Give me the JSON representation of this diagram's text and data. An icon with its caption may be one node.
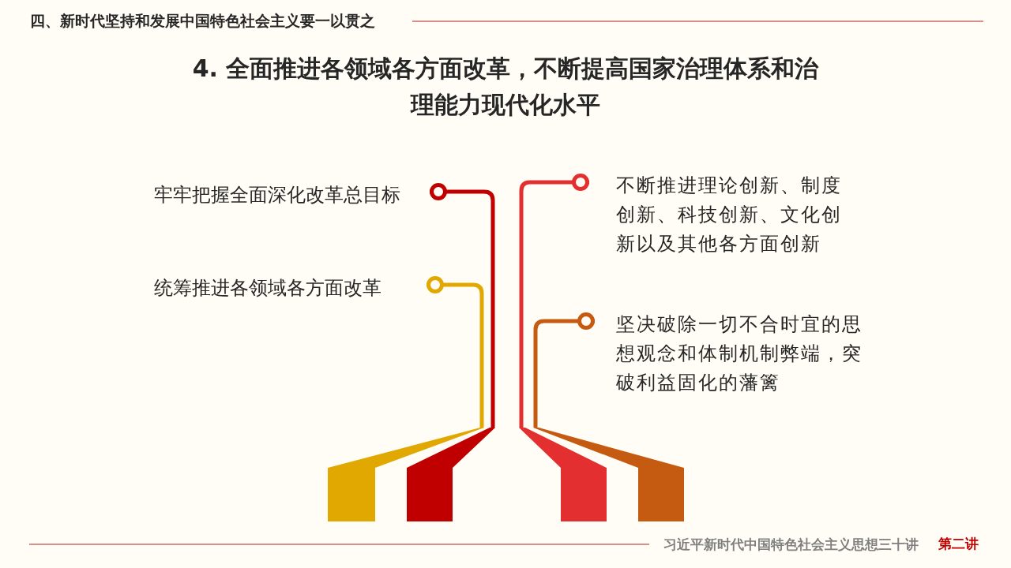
{
  "diagram": {
    "title": "4. 全面推进各领域各方面改革，不断提高国家治理体系和治理能力现代化水平",
    "nodes": [
      {
        "text": [
          "牢牢把握全面深化改革总目标"
        ]
      },
      {
        "text": [
          "统筹推进各领域各方面改革"
        ]
      },
      {
        "text": [
          "不断推进理论创新、制度创新、科技创新、文化创新以及其他各方面创新"
        ]
      },
      {
        "text": [
          "坚决破除一切不合时宜的思想观念和体制机制弊端，突破利益固化的藩篱"
        ]
      },
      {
        "text": [],
        "shape": "bar"
      },
      {
        "text": [],
        "shape": "bar"
      },
      {
        "text": [],
        "shape": "bar"
      },
      {
        "text": [],
        "shape": "bar"
      }
    ],
    "edges": [
      {
        "from": 0,
        "to": 5,
        "arrow": "other",
        "color": "#c00000"
      },
      {
        "from": 1,
        "to": 4,
        "arrow": "other",
        "color": "#e0a800"
      },
      {
        "from": 2,
        "to": 6,
        "arrow": "other",
        "color": "#e32f2f"
      },
      {
        "from": 3,
        "to": 7,
        "arrow": "other",
        "color": "#c55a11"
      }
    ],
    "labels": [
      "四、新时代坚持和发展中国特色社会主义要一以贯之",
      "习近平新时代中国特色社会主义思想三十讲",
      "第二讲"
    ]
  }
}
